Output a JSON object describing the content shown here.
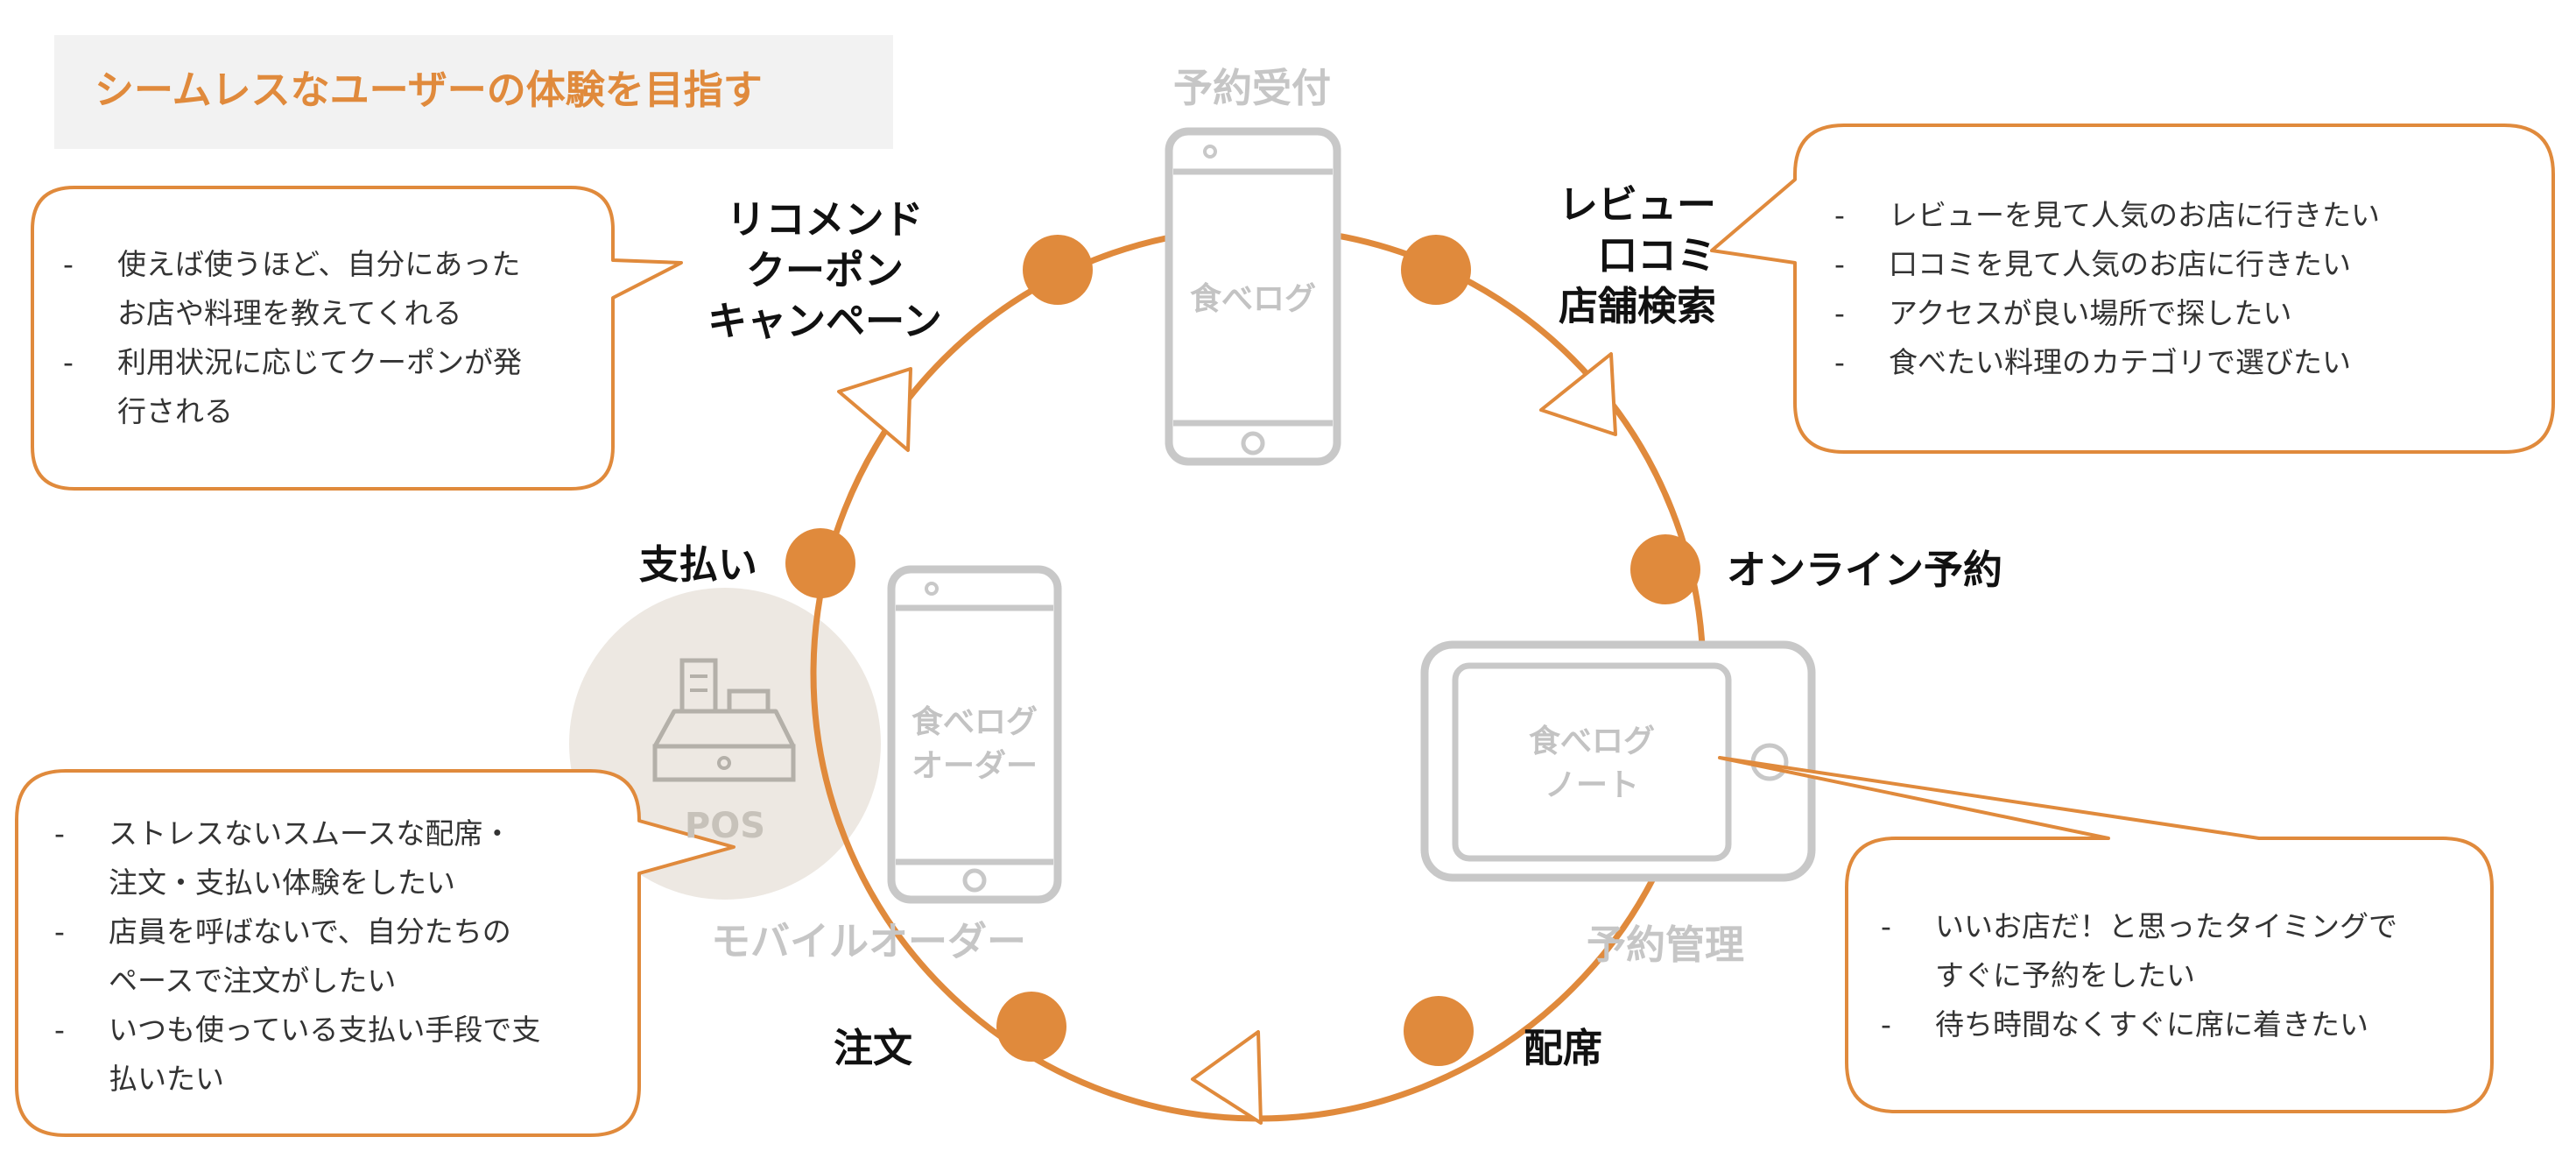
{
  "title": "シームレスなユーザーの体験を目指す",
  "stages": {
    "reception": "予約受付",
    "review": [
      "レビュー",
      "口コミ",
      "店舗検索"
    ],
    "online_reservation": "オンライン予約",
    "seating": "配席",
    "order": "注文",
    "payment": "支払い",
    "recommend": [
      "リコメンド",
      "クーポン",
      "キャンペーン"
    ]
  },
  "devices": {
    "tabelog_app": "食べログ",
    "tabelog_order": [
      "食べログ",
      "オーダー"
    ],
    "tabelog_note": [
      "食べログ",
      "ノート"
    ],
    "pos": "POS",
    "mobile_order": "モバイルオーダー",
    "reservation_management": "予約管理"
  },
  "bubbles": {
    "recommend": [
      "使えば使うほど、自分にあった|お店や料理を教えてくれる",
      "利用状況に応じてクーポンが発|行される"
    ],
    "review": [
      "レビューを見て人気のお店に行きたい",
      "口コミを見て人気のお店に行きたい",
      "アクセスが良い場所で探したい",
      "食べたい料理のカテゴリで選びたい"
    ],
    "payment": [
      "ストレスないスムースな配席・|注文・支払い体験をしたい",
      "店員を呼ばないで、自分たちの|ペースで注文がしたい",
      "いつも使っている支払い手段で支|払いたい"
    ],
    "seating": [
      "いいお店だ！と思ったタイミングで|すぐに予約をしたい",
      "待ち時間なくすぐに席に着きたい"
    ]
  },
  "colors": {
    "accent": "#e08a3c",
    "device_gray": "#c8c8c8",
    "pos_circle": "#ede8e2",
    "title_bg": "#f2f2f2"
  },
  "icons": [
    "smartphone-icon",
    "tablet-icon",
    "cash-register-icon",
    "arrow-triangle-icon"
  ]
}
